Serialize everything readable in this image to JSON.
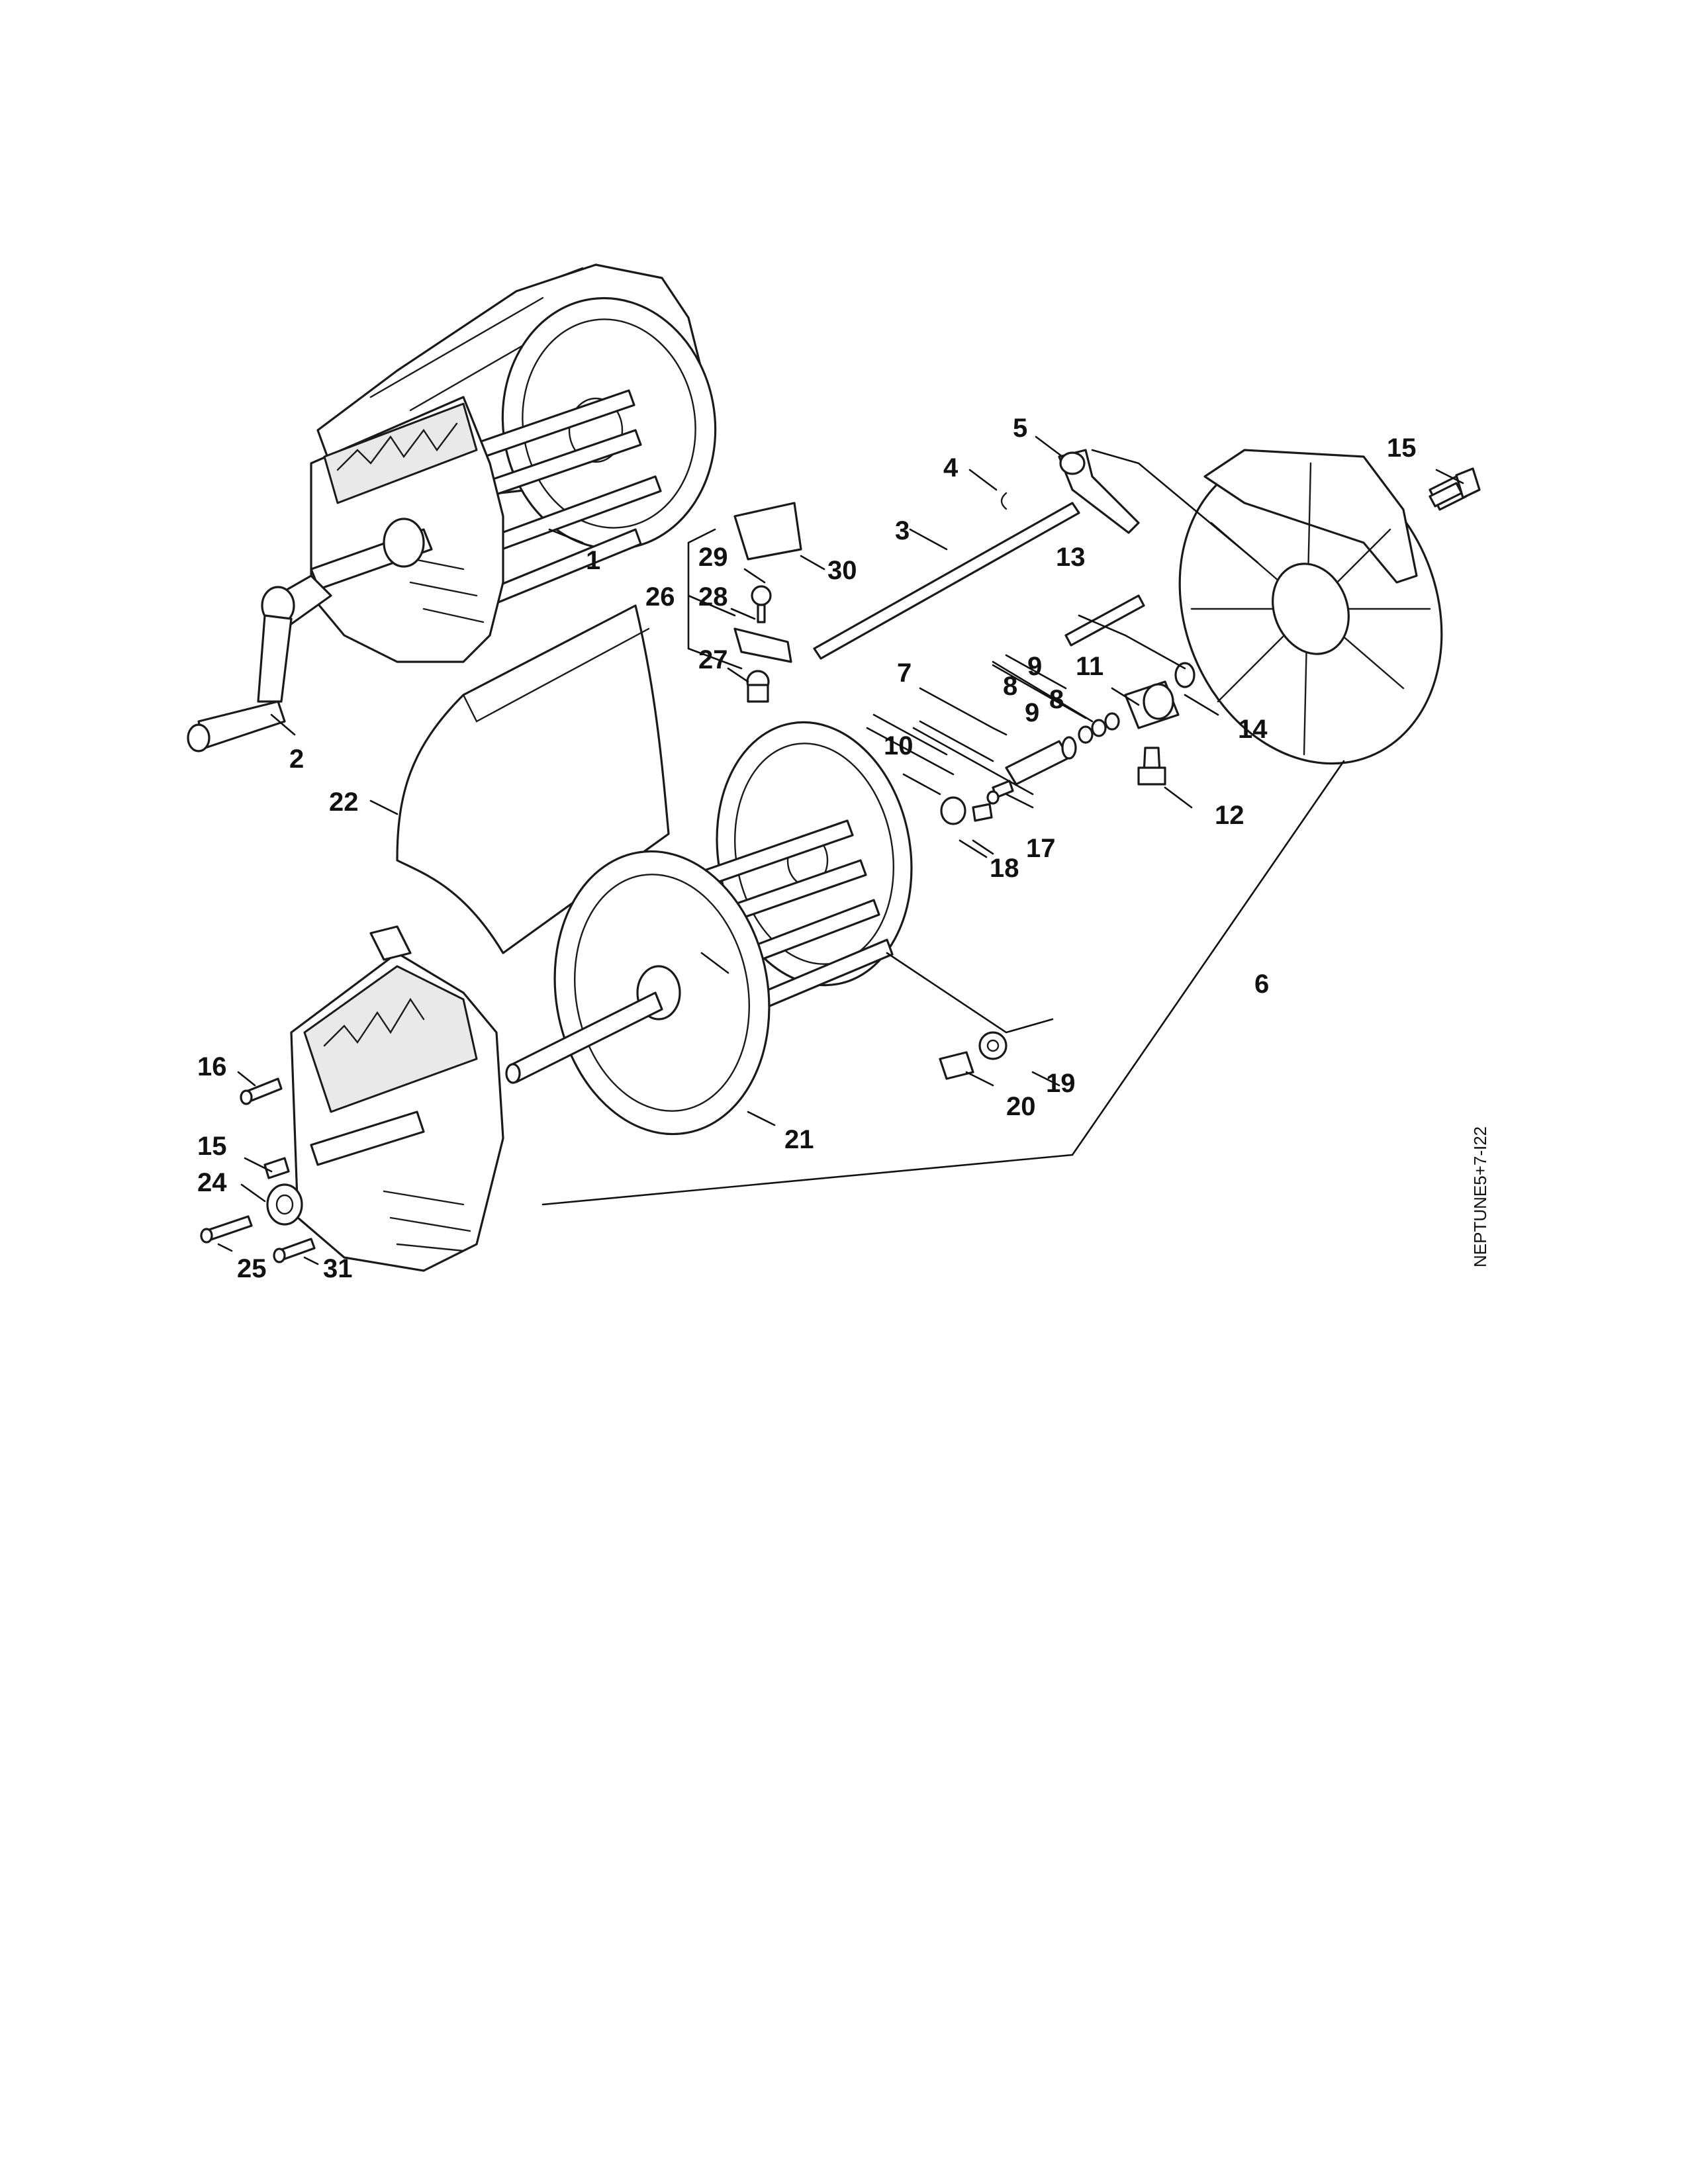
{
  "drawing_code": "NEPTUNE5+7-I22",
  "callouts": [
    {
      "id": "c1",
      "label": "1"
    },
    {
      "id": "c2",
      "label": "2"
    },
    {
      "id": "c3",
      "label": "3"
    },
    {
      "id": "c4",
      "label": "4"
    },
    {
      "id": "c5",
      "label": "5"
    },
    {
      "id": "c6",
      "label": "6"
    },
    {
      "id": "c7",
      "label": "7"
    },
    {
      "id": "c8a",
      "label": "8"
    },
    {
      "id": "c8b",
      "label": "8"
    },
    {
      "id": "c9a",
      "label": "9"
    },
    {
      "id": "c9b",
      "label": "9"
    },
    {
      "id": "c10",
      "label": "10"
    },
    {
      "id": "c11",
      "label": "11"
    },
    {
      "id": "c12",
      "label": "12"
    },
    {
      "id": "c13",
      "label": "13"
    },
    {
      "id": "c14",
      "label": "14"
    },
    {
      "id": "c15a",
      "label": "15"
    },
    {
      "id": "c15b",
      "label": "15"
    },
    {
      "id": "c16",
      "label": "16"
    },
    {
      "id": "c17",
      "label": "17"
    },
    {
      "id": "c18",
      "label": "18"
    },
    {
      "id": "c19",
      "label": "19"
    },
    {
      "id": "c20",
      "label": "20"
    },
    {
      "id": "c21",
      "label": "21"
    },
    {
      "id": "c22",
      "label": "22"
    },
    {
      "id": "c24",
      "label": "24"
    },
    {
      "id": "c25",
      "label": "25"
    },
    {
      "id": "c26",
      "label": "26"
    },
    {
      "id": "c27",
      "label": "27"
    },
    {
      "id": "c28",
      "label": "28"
    },
    {
      "id": "c29",
      "label": "29"
    },
    {
      "id": "c30",
      "label": "30"
    },
    {
      "id": "c31",
      "label": "31"
    }
  ]
}
